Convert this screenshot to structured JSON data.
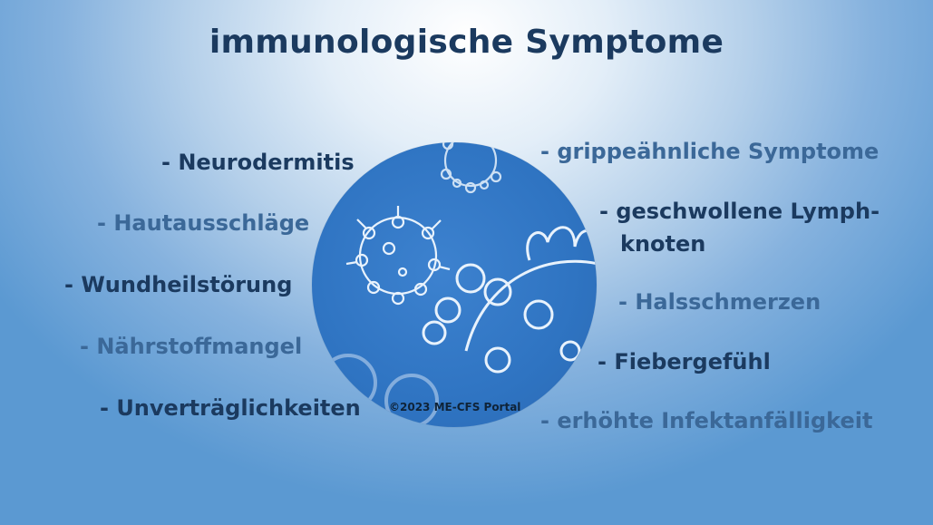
{
  "title": "immunologische Symptome",
  "left_items": [
    {
      "label": "- Neurodermitis",
      "style": "dark"
    },
    {
      "label": "- Hautausschläge",
      "style": "light"
    },
    {
      "label": "- Wundheilstörung",
      "style": "dark"
    },
    {
      "label": "- Nährstoffmangel",
      "style": "light"
    },
    {
      "label": "- Unverträglichkeiten",
      "style": "dark"
    }
  ],
  "right_items": [
    {
      "label": "- grippeähnliche Symptome",
      "style": "light"
    },
    {
      "label": "- geschwollene Lymph-",
      "style": "dark"
    },
    {
      "label": "knoten",
      "style": "dark"
    },
    {
      "label": "- Halsschmerzen",
      "style": "light"
    },
    {
      "label": "- Fiebergefühl",
      "style": "dark"
    },
    {
      "label": "- erhöhte Infektanfälligkeit",
      "style": "light"
    }
  ],
  "image": {
    "icon": "virus-illustration",
    "copyright": "©2023 ME-CFS Portal"
  },
  "colors": {
    "dark_text": "#1b3a5f",
    "light_text": "#3b6898",
    "circle": "#2f74c2",
    "background_edge": "#5b99d2"
  }
}
